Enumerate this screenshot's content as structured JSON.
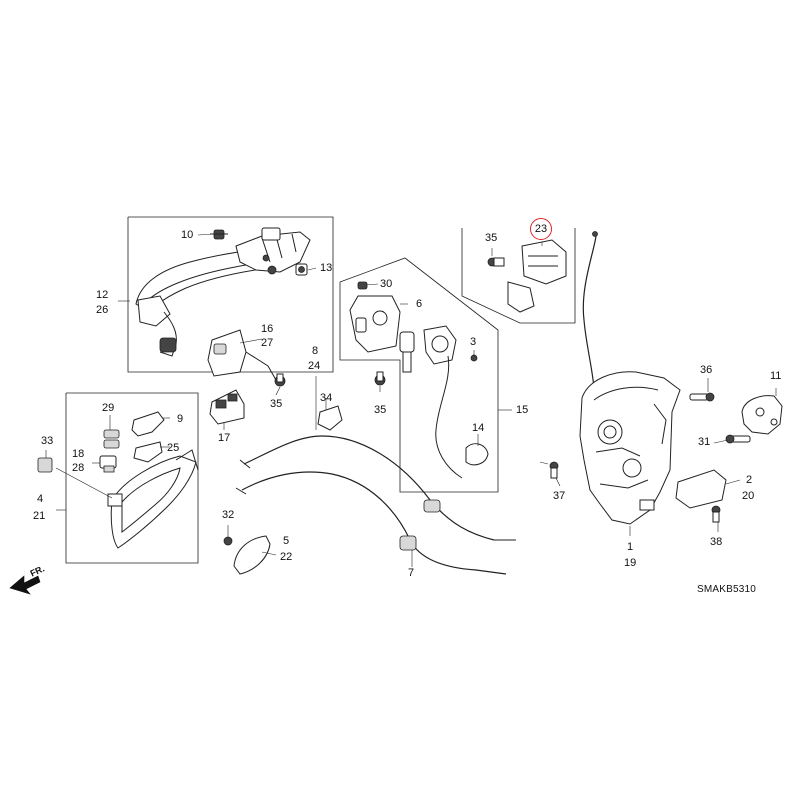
{
  "diagram": {
    "code": "SMAKB5310",
    "direction": "FR.",
    "highlight_color": "#e0242a",
    "callouts": {
      "c1": "1",
      "c19": "19",
      "c2": "2",
      "c20": "20",
      "c3": "3",
      "c4": "4",
      "c21": "21",
      "c5": "5",
      "c22": "22",
      "c6": "6",
      "c7": "7",
      "c8": "8",
      "c24": "24",
      "c9": "9",
      "c10": "10",
      "c11": "11",
      "c12": "12",
      "c26": "26",
      "c13": "13",
      "c14": "14",
      "c15": "15",
      "c16": "16",
      "c27": "27",
      "c17": "17",
      "c18": "18",
      "c28": "28",
      "c23": "23",
      "c25": "25",
      "c29": "29",
      "c30": "30",
      "c31": "31",
      "c32": "32",
      "c33": "33",
      "c34": "34",
      "c35a": "35",
      "c35b": "35",
      "c35c": "35",
      "c36": "36",
      "c37": "37",
      "c38": "38"
    }
  }
}
